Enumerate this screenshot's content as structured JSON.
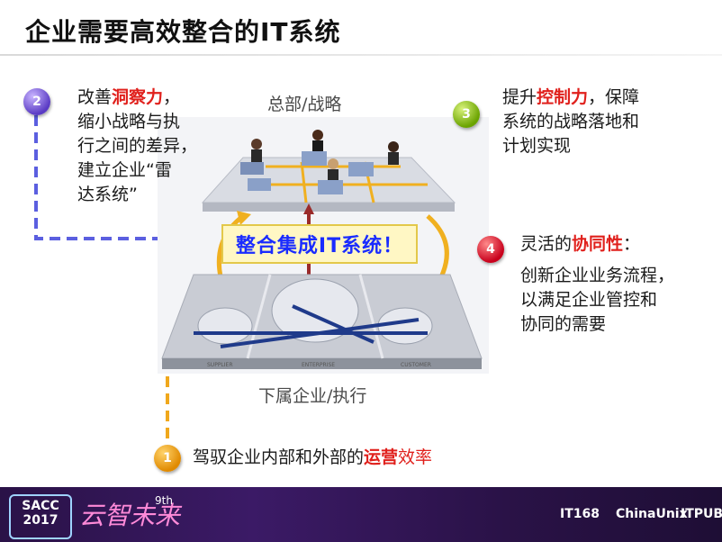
{
  "slide": {
    "title": "企业需要高效整合的IT系统"
  },
  "diagram": {
    "top_label": "总部/战略",
    "bottom_label": "下属企业/执行",
    "center_label": "整合集成IT系统！",
    "platform_labels": [
      "SUPPLIER",
      "ENTERPRISE",
      "CUSTOMER"
    ]
  },
  "points": {
    "p1": {
      "number": "1",
      "pre": "驾驭企业内部和外部的",
      "highlight": "运营",
      "post": "效率"
    },
    "p2": {
      "number": "2",
      "pre": "改善",
      "highlight": "洞察力",
      "line1_post": "，",
      "line2": "缩小战略与执",
      "line3": "行之间的差异，",
      "line4": "建立企业“雷",
      "line5": "达系统”"
    },
    "p3": {
      "number": "3",
      "pre": "提升",
      "highlight": "控制力",
      "line1_post": "，保障",
      "line2": "系统的战略落地和",
      "line3": "计划实现"
    },
    "p4": {
      "number": "4",
      "pre": "灵活的",
      "highlight": "协同性",
      "line1_post": "：",
      "line2": "创新企业业务流程，",
      "line3": "以满足企业管控和",
      "line4": "协同的需要"
    }
  },
  "footer": {
    "sacc_name": "SACC",
    "sacc_year": "2017",
    "slogan": "云智未来",
    "slogan_sup": "9th",
    "logos": [
      "IT168",
      "ChinaUnix",
      "ITPUB"
    ]
  },
  "colors": {
    "point1": "#f0a81c",
    "point2": "#5b4fd6",
    "point3": "#9a2aa6",
    "point4": "#e0201c",
    "highlight": "#e0201c",
    "integ_text": "#1a2cff"
  }
}
